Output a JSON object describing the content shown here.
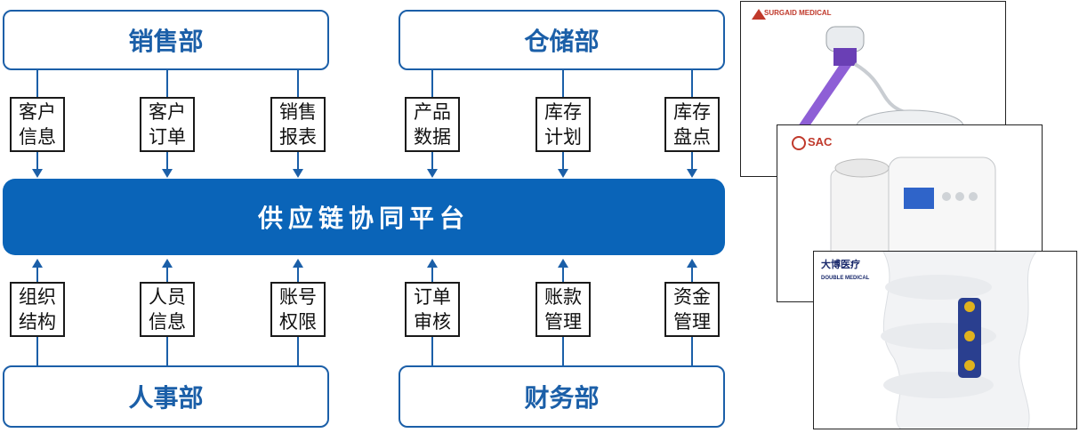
{
  "departments": {
    "sales": "销售部",
    "warehouse": "仓储部",
    "hr": "人事部",
    "finance": "财务部"
  },
  "platform": {
    "title": "供应链协同平台"
  },
  "top_labels": [
    "客户信息",
    "客户订单",
    "销售报表",
    "产品数据",
    "库存计划",
    "库存盘点"
  ],
  "bottom_labels": [
    "组织结构",
    "人员信息",
    "账号权限",
    "订单审核",
    "账款管理",
    "资金管理"
  ],
  "product_cards": [
    {
      "brand": "SURGAID MEDICAL",
      "product": "trocar-device"
    },
    {
      "brand": "SAC",
      "product": "suction-unit"
    },
    {
      "brand": "大博医疗",
      "brand_sub": "DOUBLE MEDICAL",
      "product": "spine-implant"
    }
  ],
  "colors": {
    "accent": "#1b5fa8",
    "platform": "#0a64b8"
  }
}
